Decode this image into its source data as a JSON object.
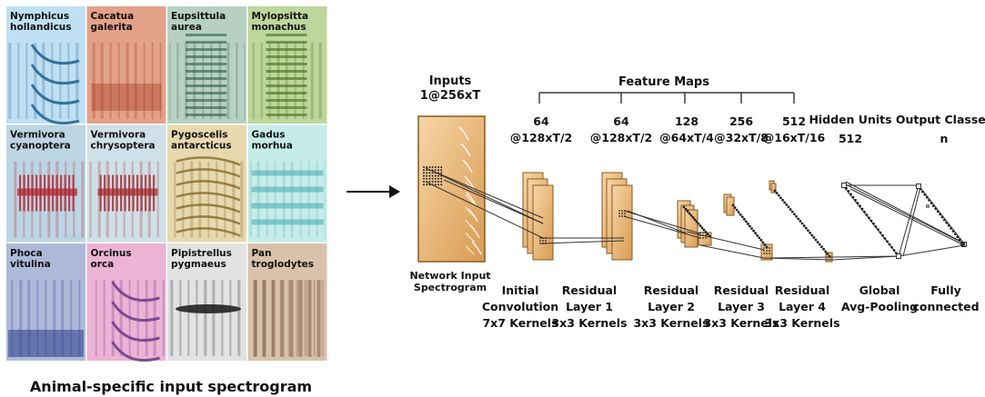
{
  "left_panel": {
    "caption": "Animal-specific input spectrogram",
    "species": [
      {
        "line1": "Nymphicus",
        "line2": "hollandicus",
        "bg": "#bfe0f3",
        "fg": "#1f5f93"
      },
      {
        "line1": "Cacatua",
        "line2": "galerita",
        "bg": "#e3a189",
        "fg": "#9c2e15"
      },
      {
        "line1": "Eupsittula",
        "line2": "aurea",
        "bg": "#b7d0c3",
        "fg": "#2b5b45"
      },
      {
        "line1": "Mylopsitta",
        "line2": "monachus",
        "bg": "#bcd69b",
        "fg": "#3f6b14"
      },
      {
        "line1": "Vermivora",
        "line2": "cyanoptera",
        "bg": "#bcd5e3",
        "fg": "#b2202a"
      },
      {
        "line1": "Vermivora",
        "line2": "chrysoptera",
        "bg": "#cfe0e8",
        "fg": "#a52528"
      },
      {
        "line1": "Pygoscelis",
        "line2": "antarcticus",
        "bg": "#e7d8ae",
        "fg": "#7a5a19"
      },
      {
        "line1": "Gadus",
        "line2": "morhua",
        "bg": "#c6ecea",
        "fg": "#4fb0ab"
      },
      {
        "line1": "Phoca",
        "line2": "vitulina",
        "bg": "#aeb9da",
        "fg": "#2a3c88"
      },
      {
        "line1": "Orcinus",
        "line2": "orca",
        "bg": "#ecb3d5",
        "fg": "#6b3a86"
      },
      {
        "line1": "Pipistrellus",
        "line2": "pygmaeus",
        "bg": "#e2e2e2",
        "fg": "#222222"
      },
      {
        "line1": "Pan",
        "line2": "troglodytes",
        "bg": "#d9c2ab",
        "fg": "#6c4a31"
      }
    ]
  },
  "network": {
    "inputs_title": "Inputs",
    "inputs_size": "1@256xT",
    "input_label_line1": "Network Input",
    "input_label_line2": "Spectrogram",
    "feature_maps_title": "Feature Maps",
    "feature_maps": [
      {
        "channels": "64",
        "size": "@128xT/2"
      },
      {
        "channels": "64",
        "size": "@128xT/2"
      },
      {
        "channels": "128",
        "size": "@64xT/4"
      },
      {
        "channels": "256",
        "size": "@32xT/8"
      },
      {
        "channels": "512",
        "size": "@16xT/16"
      }
    ],
    "hidden_units_title": "Hidden Units",
    "hidden_units_value": "512",
    "output_classes_title": "Output Classes",
    "output_classes_value": "n",
    "stages": [
      {
        "lines": [
          "Initial",
          "Convolution",
          "7x7 Kernels"
        ]
      },
      {
        "lines": [
          "Residual",
          "Layer 1",
          "3x3 Kernels"
        ]
      },
      {
        "lines": [
          "Residual",
          "Layer 2",
          "3x3 Kernels"
        ]
      },
      {
        "lines": [
          "Residual",
          "Layer 3",
          "3x3 Kernels"
        ]
      },
      {
        "lines": [
          "Residual",
          "Layer 4",
          "3x3 Kernels"
        ]
      },
      {
        "lines": [
          "Global",
          "Avg-Pooling"
        ]
      },
      {
        "lines": [
          "Fully",
          "connected"
        ]
      }
    ]
  },
  "colors": {
    "feature_map_fill": "#e8b478",
    "feature_map_edge": "#8a5a22",
    "line": "#333333"
  }
}
